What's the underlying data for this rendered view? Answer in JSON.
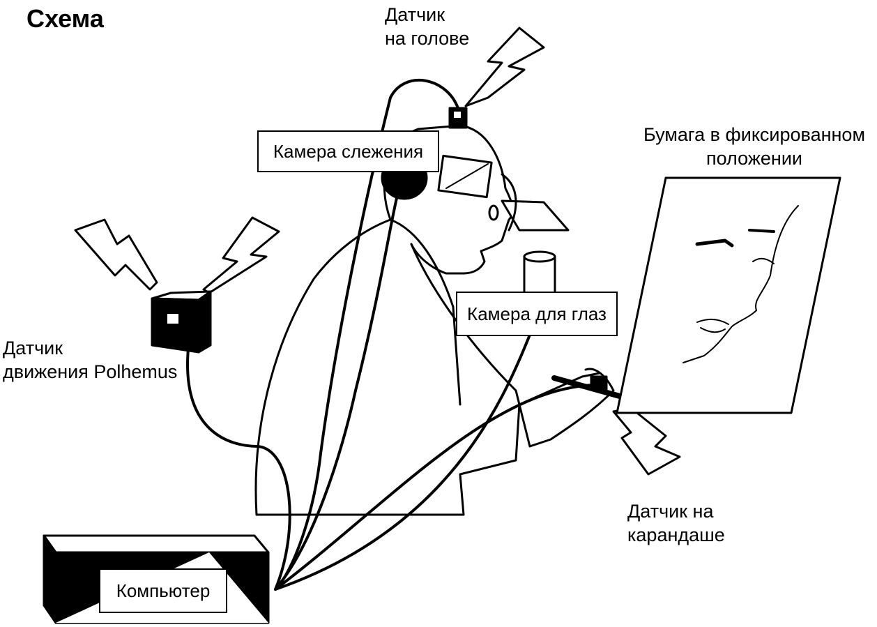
{
  "title": "Схема",
  "labels": {
    "head_sensor": [
      "Датчик",
      "на голове"
    ],
    "tracking_camera": "Камера слежения",
    "paper": [
      "Бумага в фиксированном",
      "положении"
    ],
    "polhemus": [
      "Датчик",
      "движения Polhemus"
    ],
    "eye_camera": "Камера для глаз",
    "pencil_sensor": [
      "Датчик на",
      "карандаше"
    ],
    "computer": "Компьютер"
  },
  "icons": [
    "lightning-icon",
    "sensor-box-icon",
    "camera-icon",
    "computer-icon",
    "person-figure",
    "face-drawing",
    "pencil-icon"
  ],
  "colors": {
    "ink": "#000000",
    "paper": "#ffffff"
  }
}
